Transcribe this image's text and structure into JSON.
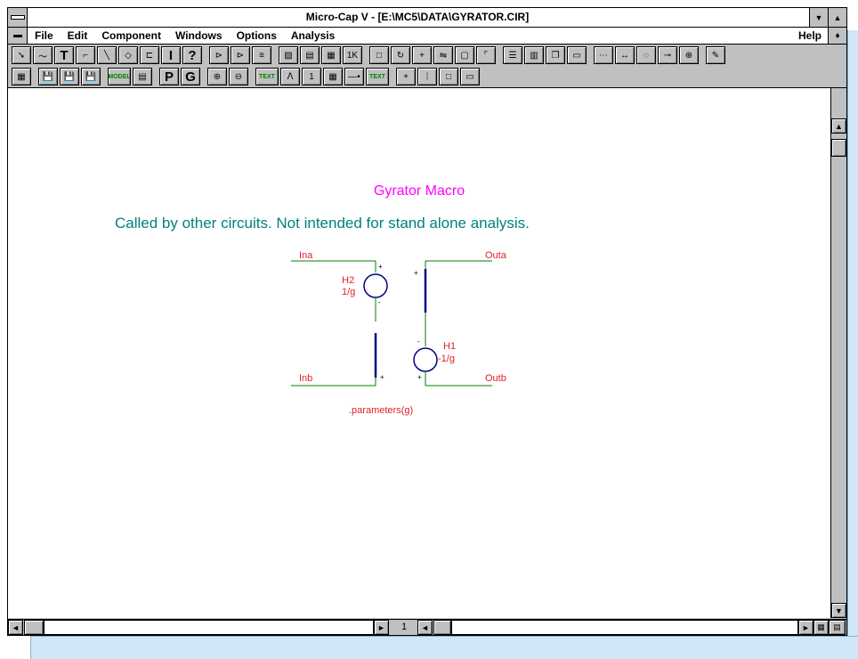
{
  "window": {
    "title": "Micro-Cap V - [E:\\MC5\\DATA\\GYRATOR.CIR]",
    "minimize_glyph": "▼",
    "maximize_glyph": "▲",
    "restore_glyph": "♦"
  },
  "menu": {
    "items": [
      "File",
      "Edit",
      "Component",
      "Windows",
      "Options",
      "Analysis"
    ],
    "help": "Help"
  },
  "toolbar1": [
    {
      "icon": "select-arrow-icon",
      "glyph": "➘"
    },
    {
      "icon": "wire-wave-icon",
      "glyph": "〜"
    },
    {
      "icon": "text-icon",
      "glyph": "T"
    },
    {
      "icon": "orthogonal-wire-icon",
      "glyph": "⌐"
    },
    {
      "icon": "diagonal-wire-icon",
      "glyph": "╲"
    },
    {
      "icon": "component-shapes-icon",
      "glyph": "◇"
    },
    {
      "icon": "flag-icon",
      "glyph": "⊏"
    },
    {
      "icon": "info-icon",
      "glyph": "I"
    },
    {
      "icon": "help-question-icon",
      "glyph": "?"
    },
    {
      "icon": "step-in-icon",
      "glyph": "⊳"
    },
    {
      "icon": "step-out-icon",
      "glyph": "⊳"
    },
    {
      "icon": "all-pins-icon",
      "glyph": "≡"
    },
    {
      "icon": "fill-hatch-icon",
      "glyph": "▨"
    },
    {
      "icon": "page-icon",
      "glyph": "▤"
    },
    {
      "icon": "grid-text-icon",
      "glyph": "▦"
    },
    {
      "icon": "node-numbers-icon",
      "glyph": "1K"
    },
    {
      "icon": "box-select-icon",
      "glyph": "□"
    },
    {
      "icon": "rotate-icon",
      "glyph": "↻"
    },
    {
      "icon": "cross-icon",
      "glyph": "+"
    },
    {
      "icon": "mirror-icon",
      "glyph": "⇋"
    },
    {
      "icon": "frame-icon",
      "glyph": "▢"
    },
    {
      "icon": "corner-icon",
      "glyph": "⌜"
    },
    {
      "icon": "tile-horizontal-icon",
      "glyph": "☰"
    },
    {
      "icon": "tile-vertical-icon",
      "glyph": "▥"
    },
    {
      "icon": "cascade-icon",
      "glyph": "❐"
    },
    {
      "icon": "window-icon",
      "glyph": "▭"
    },
    {
      "icon": "net-icon",
      "glyph": "⋯"
    },
    {
      "icon": "arrows-icon",
      "glyph": "↔"
    },
    {
      "icon": "curve-icon",
      "glyph": "◌"
    },
    {
      "icon": "probe-icon",
      "glyph": "⊸"
    },
    {
      "icon": "bracket-icon",
      "glyph": "⊕"
    },
    {
      "icon": "probe-hand-icon",
      "glyph": "✎"
    }
  ],
  "toolbar2": [
    {
      "icon": "calculator-icon",
      "glyph": "▦"
    },
    {
      "icon": "save-arrow-icon",
      "glyph": "💾"
    },
    {
      "icon": "save-load-icon",
      "glyph": "💾"
    },
    {
      "icon": "save-down-icon",
      "glyph": "💾"
    },
    {
      "icon": "model-icon",
      "glyph": "MODEL"
    },
    {
      "icon": "table-icon",
      "glyph": "▤"
    },
    {
      "icon": "p-icon",
      "glyph": "P"
    },
    {
      "icon": "g-icon",
      "glyph": "G"
    },
    {
      "icon": "zoom-in-icon",
      "glyph": "⊕"
    },
    {
      "icon": "zoom-out-icon",
      "glyph": "⊖"
    },
    {
      "icon": "text-mode-icon",
      "glyph": "TEXT"
    },
    {
      "icon": "attribute-icon",
      "glyph": "ᐱ"
    },
    {
      "icon": "pin-number-icon",
      "glyph": "1"
    },
    {
      "icon": "grid-dots-icon",
      "glyph": "▦"
    },
    {
      "icon": "node-line-icon",
      "glyph": "—•"
    },
    {
      "icon": "text-line-icon",
      "glyph": "TEXT"
    },
    {
      "icon": "crosshair-icon",
      "glyph": "+"
    },
    {
      "icon": "dot-grid-icon",
      "glyph": "⁞"
    },
    {
      "icon": "border-icon",
      "glyph": "□"
    },
    {
      "icon": "title-block-icon",
      "glyph": "▭"
    }
  ],
  "canvas": {
    "title": "Gyrator Macro",
    "subtitle": "Called by other circuits.  Not intended for stand alone analysis.",
    "title_color": "#ff00ff",
    "subtitle_color": "#008080",
    "label_color": "#e0202a",
    "wire_color": "#008000",
    "source_color": "#000080"
  },
  "schematic": {
    "in_a": "Ina",
    "in_b": "Inb",
    "out_a": "Outa",
    "out_b": "Outb",
    "h2_name": "H2",
    "h2_value": "1/g",
    "h1_name": "H1",
    "h1_value": "-1/g",
    "parameters": ".parameters(g)",
    "plus": "+",
    "minus": "-"
  },
  "scrollbar": {
    "page_number": "1",
    "left_glyph": "◄",
    "right_glyph": "►",
    "up_glyph": "▲",
    "down_glyph": "▼"
  }
}
